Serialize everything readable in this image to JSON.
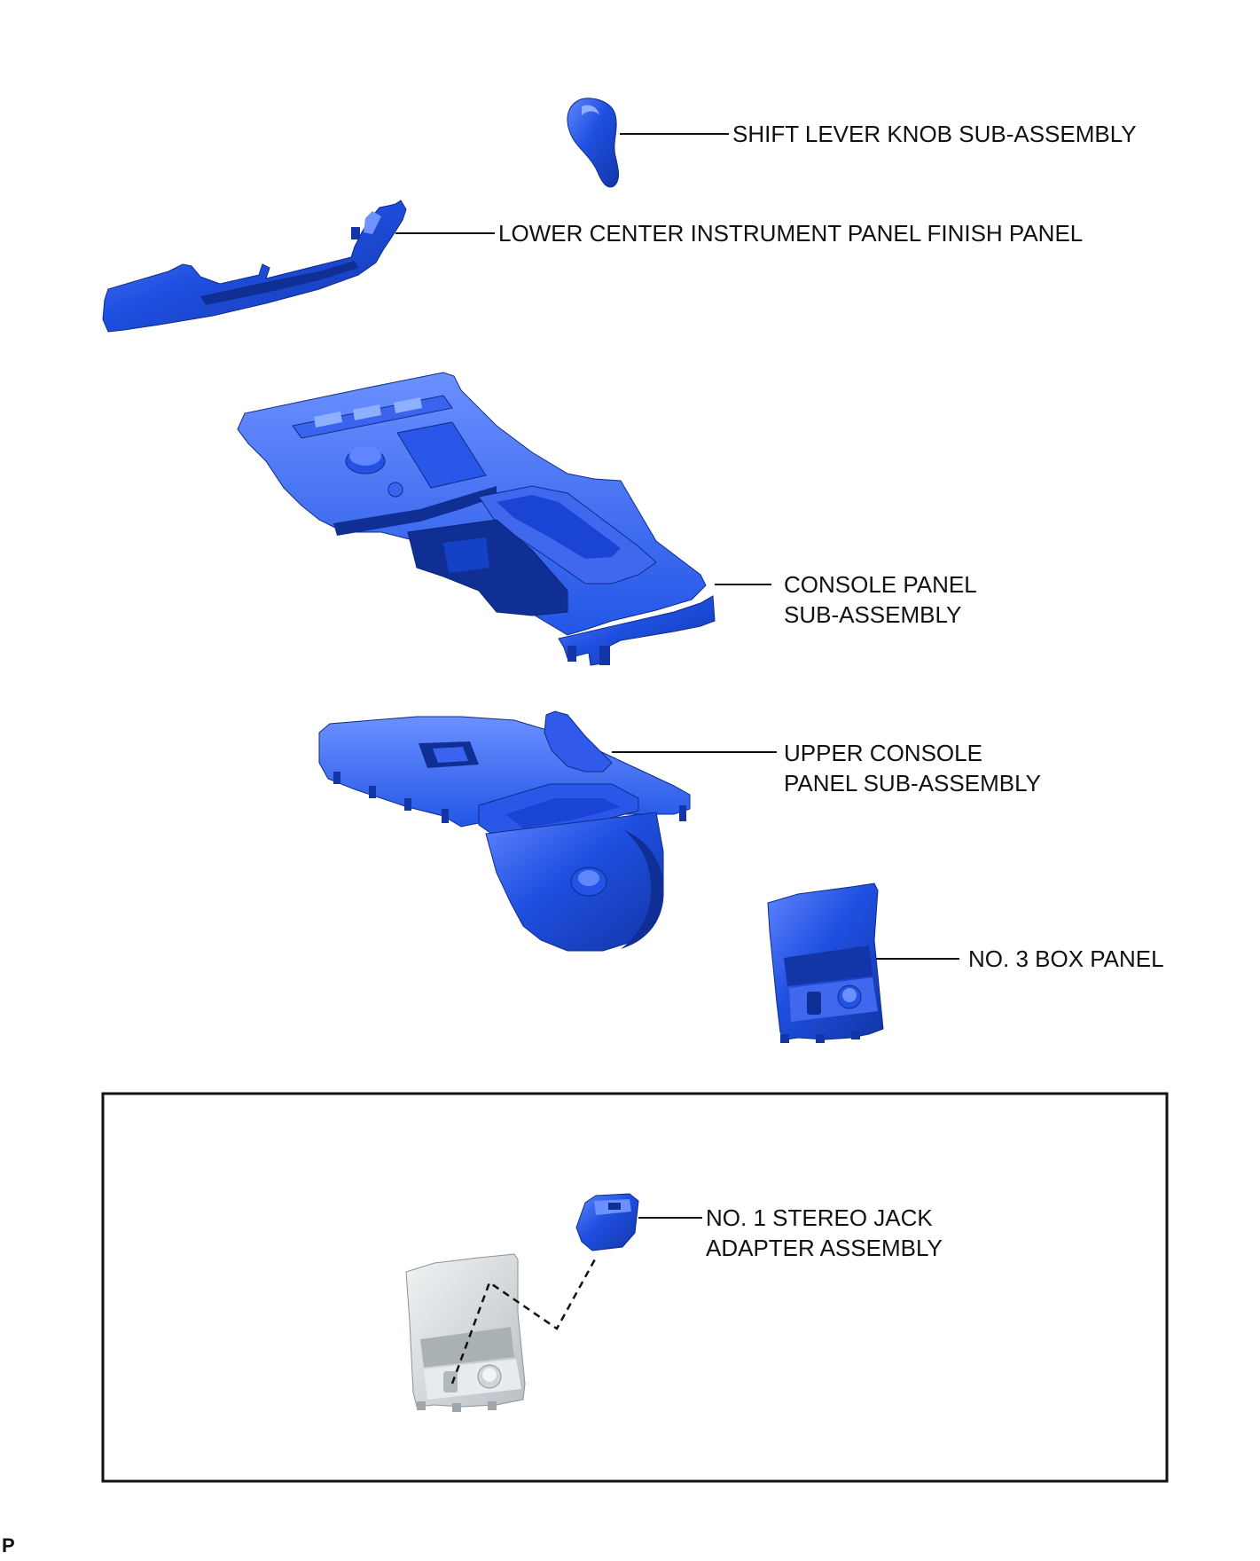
{
  "colors": {
    "part_blue": "#1f4fe0",
    "part_dark": "#1236a8",
    "part_light": "#5f86ff",
    "part_grey": "#dfe3e6",
    "part_grey_dark": "#9ea6ab",
    "leader": "#111111"
  },
  "labels": {
    "shift_knob": "SHIFT LEVER KNOB SUB-ASSEMBLY",
    "finish_panel": "LOWER CENTER INSTRUMENT PANEL FINISH PANEL",
    "console_panel": [
      "CONSOLE PANEL",
      "SUB-ASSEMBLY"
    ],
    "upper_console": [
      "UPPER CONSOLE",
      "PANEL SUB-ASSEMBLY"
    ],
    "box_panel": "NO. 3 BOX PANEL",
    "stereo_jack": [
      "NO. 1 STEREO JACK",
      "ADAPTER ASSEMBLY"
    ]
  },
  "corner_code": "P"
}
